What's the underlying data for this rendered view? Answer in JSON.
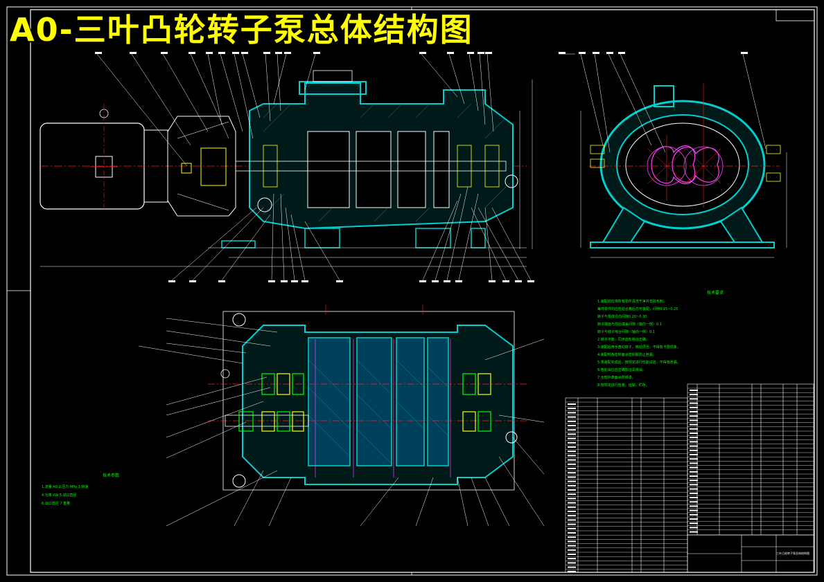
{
  "drawing": {
    "title": "A0-三叶凸轮转子泵总体结构图",
    "technical_requirements": {
      "heading": "技术要求",
      "lines": [
        "1.装配前应将所有零件清洗干净并去除毛刺；",
        "  每件零件均应检验合格后方可装配，间隙0.15~0.25",
        "  转子与泵体径向间隙0.20~0.30",
        "  转子端面与前后端盖间隙（轴向一侧）0.1",
        "  转子与转子啮合间隙（轴向一侧）0.1",
        "2.转子平衡，同步齿轮啮合正确。",
        "3.装配后用手盘动转子，转动灵活，不得有卡阻现象。",
        "4.装配时各密封面涂密封胶防止泄漏。",
        "5.泵装配完成后，按规定进行性能试验，不得有泄漏。",
        "6.各处油位应正确加注润滑油。",
        "7.全部外表面涂防锈漆。",
        "8.按规定进行包装，运输，贮存。"
      ]
    },
    "technical_parameters": {
      "heading": "技术参数",
      "lines": [
        "1.流量 A0   2.压力 MPa   3.转速",
        "4.功率  kW   5.进口直径",
        "6.出口直径   7.重量"
      ]
    },
    "title_block": {
      "name": "三叶凸轮转子泵总体结构图"
    }
  }
}
